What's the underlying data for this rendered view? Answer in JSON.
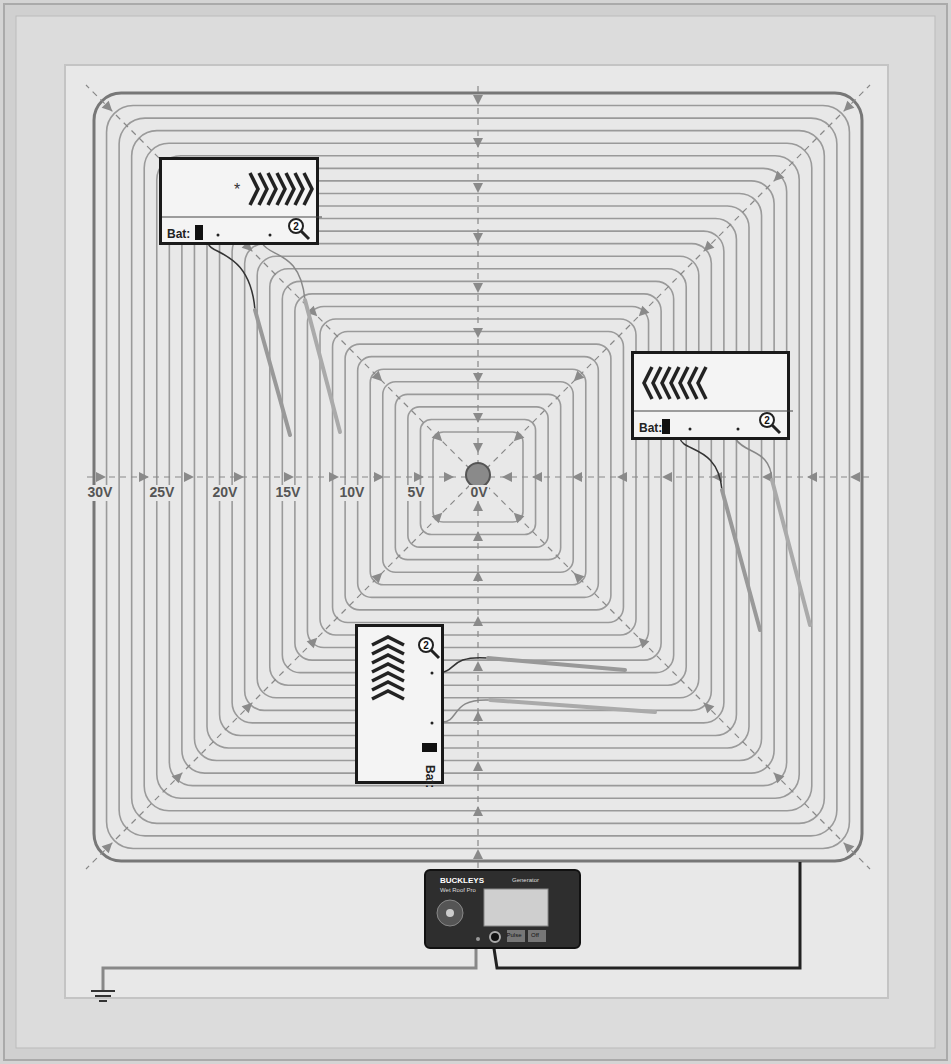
{
  "diagram": {
    "nodes": [
      {
        "text": [
          "Bat:"
        ]
      },
      {
        "text": [
          "Bat:"
        ]
      },
      {
        "text": [
          "Bat:"
        ]
      },
      {
        "text": [
          "BUCKLEYS",
          "Wet Roof Pro",
          "Generator"
        ]
      }
    ],
    "labels": [
      "30V",
      "25V",
      "20V",
      "15V",
      "10V",
      "5V",
      "0V",
      "2",
      "2",
      "2",
      "Pulse",
      "Off"
    ]
  }
}
